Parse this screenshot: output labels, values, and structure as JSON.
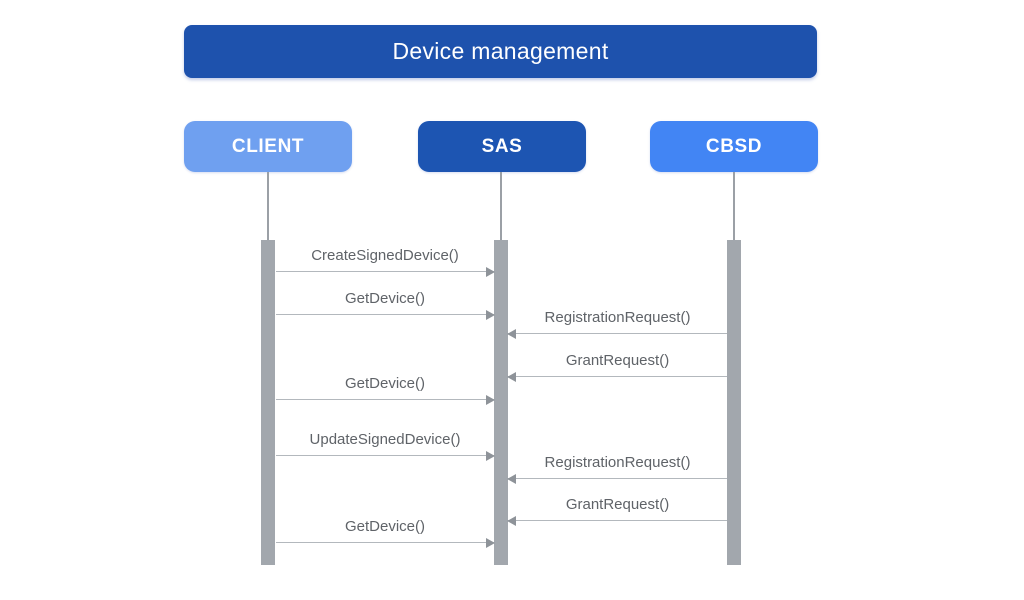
{
  "title": "Device management",
  "actors": [
    {
      "id": "client",
      "label": "CLIENT",
      "color": "#6fa0f0"
    },
    {
      "id": "sas",
      "label": "SAS",
      "color": "#1d55b2"
    },
    {
      "id": "cbsd",
      "label": "CBSD",
      "color": "#4285f4"
    }
  ],
  "colors": {
    "title_banner": "#1e52ad",
    "activation_bar": "#a2a7ad",
    "lifeline": "#9ba0a6",
    "arrow_line": "#b3b8bd",
    "arrow_head": "#8e9399",
    "message_text": "#5f6368",
    "background": "#ffffff"
  },
  "messages": [
    {
      "label": "CreateSignedDevice()",
      "from": "CLIENT",
      "to": "SAS"
    },
    {
      "label": "GetDevice()",
      "from": "CLIENT",
      "to": "SAS"
    },
    {
      "label": "RegistrationRequest()",
      "from": "CBSD",
      "to": "SAS"
    },
    {
      "label": "GrantRequest()",
      "from": "CBSD",
      "to": "SAS"
    },
    {
      "label": "GetDevice()",
      "from": "CLIENT",
      "to": "SAS"
    },
    {
      "label": "UpdateSignedDevice()",
      "from": "CLIENT",
      "to": "SAS"
    },
    {
      "label": "RegistrationRequest()",
      "from": "CBSD",
      "to": "SAS"
    },
    {
      "label": "GrantRequest()",
      "from": "CBSD",
      "to": "SAS"
    },
    {
      "label": "GetDevice()",
      "from": "CLIENT",
      "to": "SAS"
    }
  ]
}
